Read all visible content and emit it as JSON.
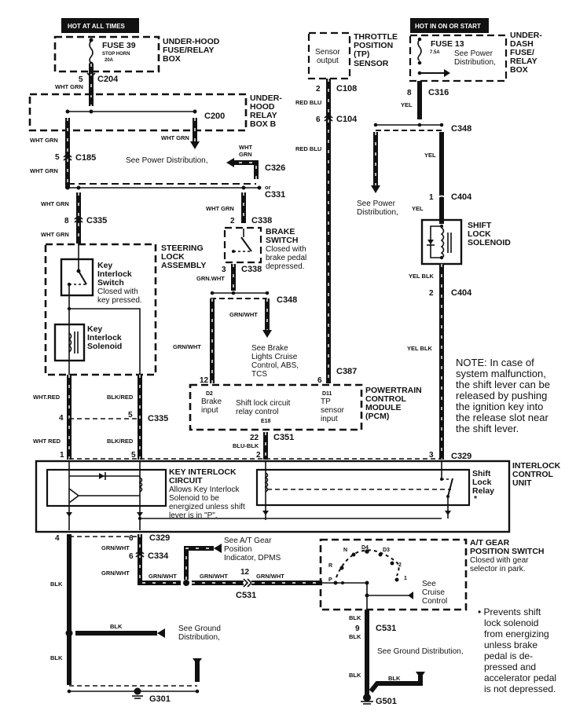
{
  "badges": {
    "hot_at_all_times": "HOT AT ALL TIMES",
    "hot_in_on_or_start": "HOT IN ON OR START"
  },
  "components": {
    "fuse39": {
      "name": "FUSE 39",
      "sub1": "STOP HORN",
      "sub2": "20A"
    },
    "underhood_fuse_box": [
      "UNDER-HOOD",
      "FUSE/RELAY",
      "BOX"
    ],
    "underhood_relay_box_b": [
      "UNDER-",
      "HOOD",
      "RELAY",
      "BOX B"
    ],
    "tp_sensor": {
      "inner": [
        "Sensor",
        "output"
      ],
      "label": [
        "THROTTLE",
        "POSITION",
        "(TP)",
        "SENSOR"
      ]
    },
    "fuse13": {
      "name": "FUSE 13",
      "sub": "7.5A",
      "see": [
        "See Power",
        "Distribution,"
      ]
    },
    "underdash_box": [
      "UNDER-",
      "DASH",
      "FUSE/",
      "RELAY",
      "BOX"
    ],
    "steering_lock": [
      "STEERING",
      "LOCK",
      "ASSEMBLY"
    ],
    "key_interlock_switch": [
      "Key",
      "Interlock",
      "Switch"
    ],
    "key_interlock_switch_desc": [
      "Closed with",
      "key pressed."
    ],
    "key_interlock_solenoid": [
      "Key",
      "Interlock",
      "Solenoid"
    ],
    "brake_switch": [
      "BRAKE",
      "SWITCH"
    ],
    "brake_switch_desc": [
      "Closed with",
      "brake pedal",
      "depressed."
    ],
    "shift_lock_solenoid": [
      "SHIFT",
      "LOCK",
      "SOLENOID"
    ],
    "pcm": {
      "label": [
        "POWERTRAIN",
        "CONTROL",
        "MODULE",
        "(PCM)"
      ],
      "d2": "D2",
      "brake_input": [
        "Brake",
        "input"
      ],
      "relay_control": [
        "Shift lock circuit",
        "relay control"
      ],
      "e18": "E18",
      "d11": "D11",
      "tp_input": [
        "TP",
        "sensor",
        "input"
      ]
    },
    "interlock_control_unit": [
      "INTERLOCK",
      "CONTROL",
      "UNIT"
    ],
    "key_interlock_circuit": {
      "title": [
        "KEY INTERLOCK",
        "CIRCUIT"
      ],
      "desc": [
        "Allows Key Interlock",
        "Solenoid to be",
        "energized unless shift",
        "lever is in \"P\"."
      ]
    },
    "shift_lock_relay": [
      "Shift",
      "Lock",
      "Relay",
      "*"
    ],
    "at_gear_switch": {
      "title": [
        "A/T GEAR",
        "POSITION SWITCH"
      ],
      "desc": [
        "Closed with gear",
        "selector in park."
      ],
      "positions": [
        "P",
        "R",
        "N",
        "D4",
        "D3",
        "2",
        "1"
      ],
      "see": [
        "See",
        "Cruise",
        "Control"
      ]
    }
  },
  "connectors": [
    "C204",
    "C200",
    "C185",
    "C326",
    "or",
    "C331",
    "C335",
    "C338",
    "C338",
    "C348",
    "C387",
    "C335",
    "C351",
    "C329",
    "C329",
    "C334",
    "C531",
    "C531",
    "C108",
    "C104",
    "C316",
    "C348",
    "C404",
    "C404",
    "G301",
    "G501"
  ],
  "pins": {
    "c204": "5",
    "c185": "5",
    "c335_8": "8",
    "c338_2": "2",
    "c338_3": "3",
    "c335_4": "4",
    "c335_5": "5",
    "pcm12": "12",
    "pcm6": "6",
    "c351_22": "22",
    "c351_2": "2",
    "icu1": "1",
    "icu5": "5",
    "icu3": "3",
    "icu4": "4",
    "icu6": "6",
    "c334": "6",
    "c531_12": "12",
    "c531_9": "9",
    "c108": "2",
    "c104": "6",
    "c316": "8",
    "c404_1": "1",
    "c404_2": "2"
  },
  "wire_colors": {
    "wht_grn": "WHT GRN",
    "wht_red": "WHT.RED",
    "blk_red": "BLK/RED",
    "grn_wht": "GRN/WHT",
    "blu_blk": "BLU-BLK",
    "blk": "BLK",
    "red_blu": "RED BLU",
    "yel": "YEL",
    "yel_blk": "YEL BLK"
  },
  "references": {
    "power_dist_1": "See Power Distribution,",
    "power_dist_2": [
      "See Power",
      "Distribution,"
    ],
    "brake_lights": [
      "See Brake",
      "Lights Cruise",
      "Control, ABS,",
      "TCS"
    ],
    "at_gear_indicator": [
      "See A/T Gear",
      "Position",
      "Indicator, DPMS"
    ],
    "ground_dist_1": [
      "See Ground",
      "Distribution,"
    ],
    "ground_dist_2": "See Ground Distribution,"
  },
  "notes": {
    "note": [
      "NOTE: In case of",
      "system malfunction,",
      "the shift lever can be",
      "released by pushing",
      "the ignition key into",
      "the release slot near",
      "the shift  lever."
    ],
    "footnote": [
      "• Prevents shift",
      "lock solenoid",
      "from energizing",
      "unless brake",
      "pedal is de-",
      "pressed and",
      "accelerator pedal",
      "is not depressed."
    ]
  }
}
